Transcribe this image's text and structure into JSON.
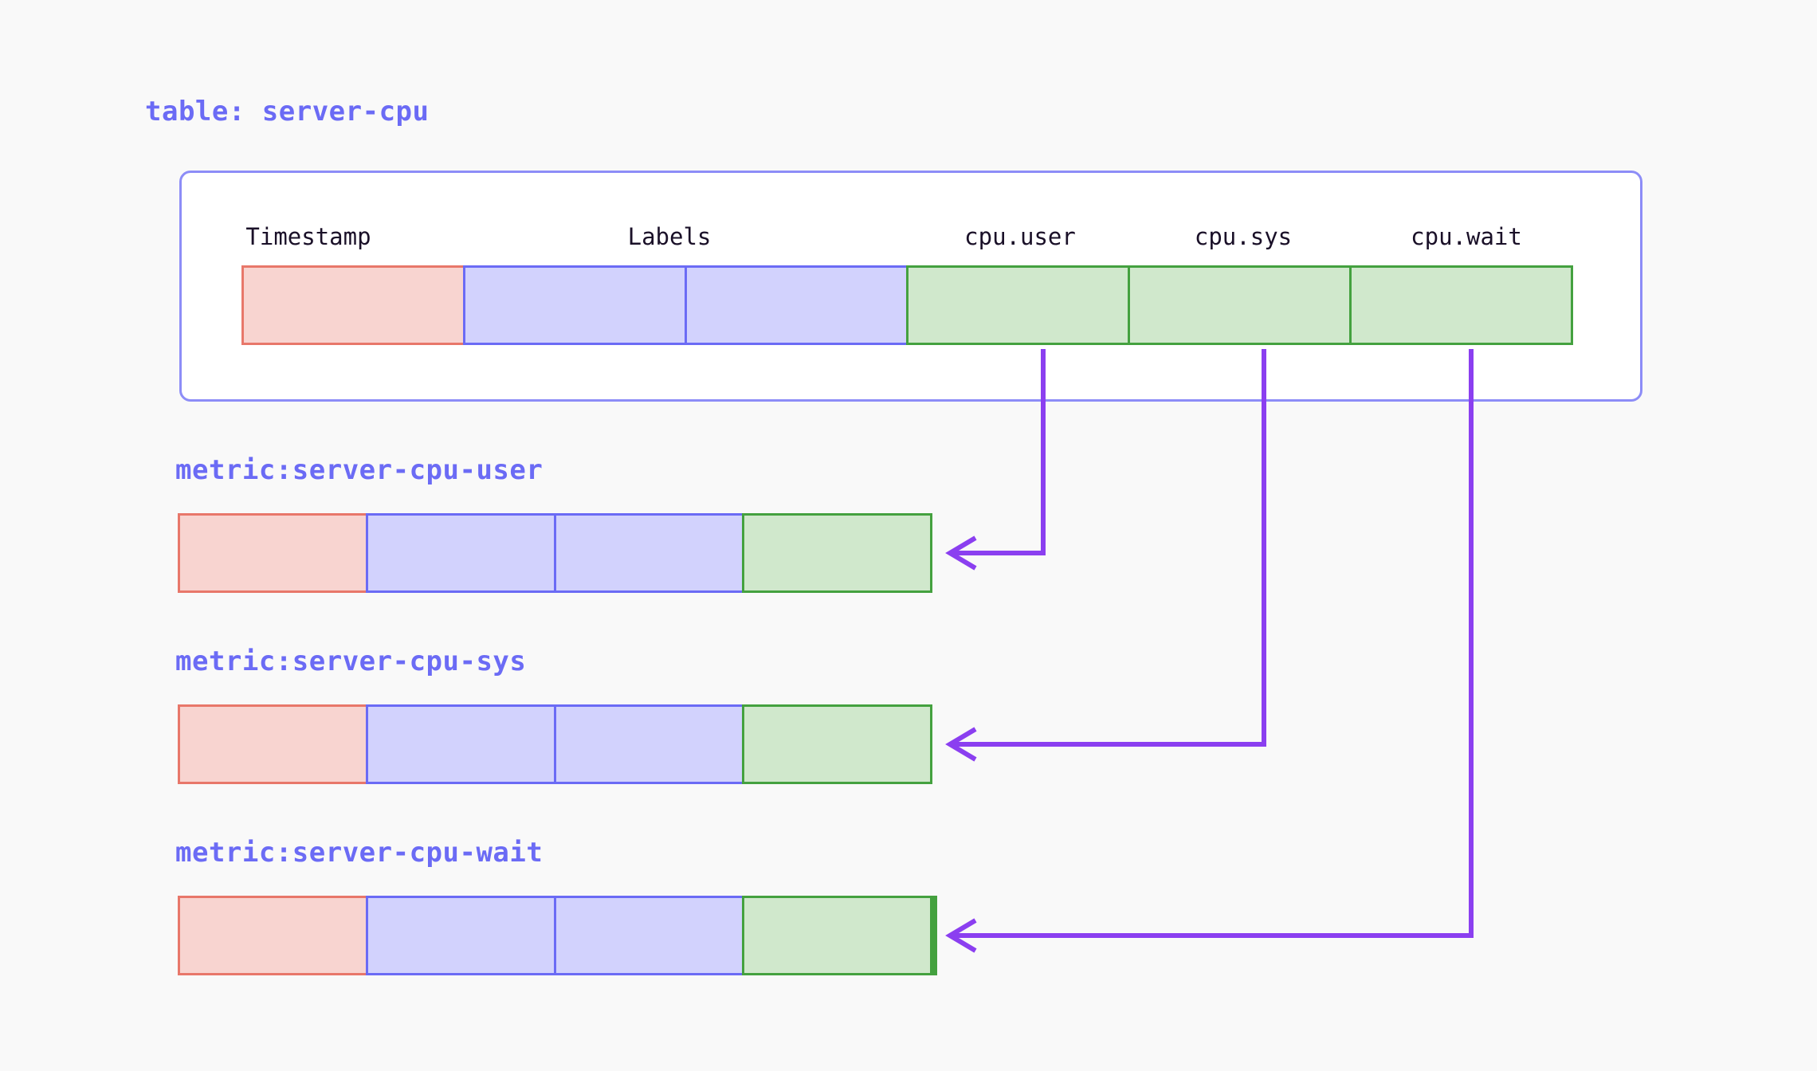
{
  "background_color": "#f9f9f9",
  "palette": {
    "accent_blue": "#6b6bf5",
    "card_border": "#8d8df7",
    "timestamp_fill": "#f8d4d0",
    "timestamp_border": "#e8776a",
    "labels_fill": "#d2d2fd",
    "labels_border": "#6b6bf5",
    "value_fill": "#d0e8cc",
    "value_border": "#44a13f",
    "arrow_color": "#8b3ff0",
    "header_text": "#1a1028"
  },
  "table": {
    "title": "table: server-cpu",
    "columns": [
      {
        "label": "Timestamp",
        "kind": "timestamp"
      },
      {
        "label": "Labels",
        "kind": "labels"
      },
      {
        "label": "",
        "kind": "labels"
      },
      {
        "label": "cpu.user",
        "kind": "value"
      },
      {
        "label": "cpu.sys",
        "kind": "value"
      },
      {
        "label": "cpu.wait",
        "kind": "value"
      }
    ]
  },
  "metrics": [
    {
      "title": "metric:server-cpu-user",
      "source_column": "cpu.user",
      "cells": [
        "timestamp",
        "labels",
        "labels",
        "value"
      ]
    },
    {
      "title": "metric:server-cpu-sys",
      "source_column": "cpu.sys",
      "cells": [
        "timestamp",
        "labels",
        "labels",
        "value"
      ]
    },
    {
      "title": "metric:server-cpu-wait",
      "source_column": "cpu.wait",
      "cells": [
        "timestamp",
        "labels",
        "labels",
        "value"
      ]
    }
  ],
  "arrows": [
    {
      "from": "cpu.user",
      "to": "metric:server-cpu-user"
    },
    {
      "from": "cpu.sys",
      "to": "metric:server-cpu-sys"
    },
    {
      "from": "cpu.wait",
      "to": "metric:server-cpu-wait"
    }
  ]
}
